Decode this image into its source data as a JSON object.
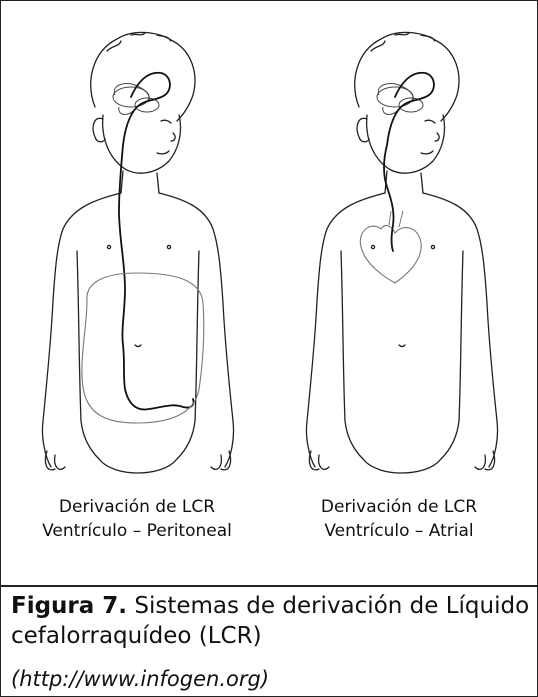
{
  "figure": {
    "left_panel": {
      "label_line1": "Derivación de LCR",
      "label_line2": "Ventrículo – Peritoneal"
    },
    "right_panel": {
      "label_line1": "Derivación de LCR",
      "label_line2": "Ventrículo – Atrial"
    }
  },
  "caption": {
    "figure_number": "Figura 7.",
    "text": " Sistemas de derivación de Líquido cefalorraquídeo (LCR)",
    "source": "(http://www.infogen.org)"
  },
  "colors": {
    "line": "#222222",
    "background": "#ffffff"
  }
}
